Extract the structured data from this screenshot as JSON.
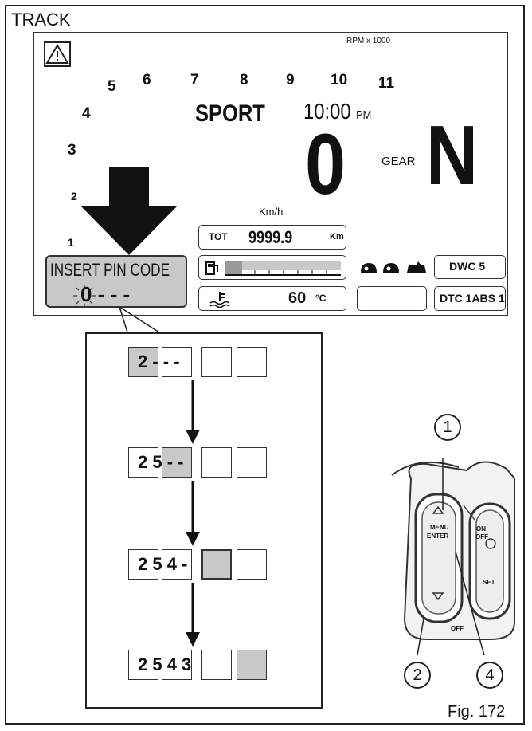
{
  "mode_title": "TRACK",
  "dashboard": {
    "rpm_label": "RPM x 1000",
    "rpm_ticks": [
      "1",
      "2",
      "3",
      "4",
      "5",
      "6",
      "7",
      "8",
      "9",
      "10",
      "11"
    ],
    "riding_mode": "SPORT",
    "clock_time": "10:00",
    "clock_ampm": "PM",
    "speed": "0",
    "speed_unit": "Km/h",
    "gear_label": "GEAR",
    "gear": "N",
    "tot_label": "TOT",
    "odometer": "9999.9",
    "odometer_unit": "Km",
    "temperature": "60",
    "temperature_unit": "°C",
    "dwc": "DWC 5",
    "dtc_abs": "DTC 1ABS 1",
    "pin_prompt": "INSERT PIN CODE",
    "pin_entry": "0 - - -"
  },
  "pin_steps": [
    {
      "text": "2 - - -"
    },
    {
      "text": "2 5 - -"
    },
    {
      "text": "2 5 4 -"
    },
    {
      "text": "2 5 4 3"
    }
  ],
  "callouts": [
    "1",
    "2",
    "4"
  ],
  "switch_labels": {
    "menu": "MENU",
    "enter": "ENTER",
    "on": "ON",
    "off": "OFF",
    "set": "SET",
    "off2": "OFF"
  },
  "figure_label": "Fig. 172",
  "colors": {
    "highlight": "#c8c8c8",
    "ink": "#111111"
  },
  "icons": [
    "warning-icon",
    "fuel-icon",
    "coolant-temp-icon",
    "riding-mode-icons",
    "down-arrow-icon"
  ]
}
